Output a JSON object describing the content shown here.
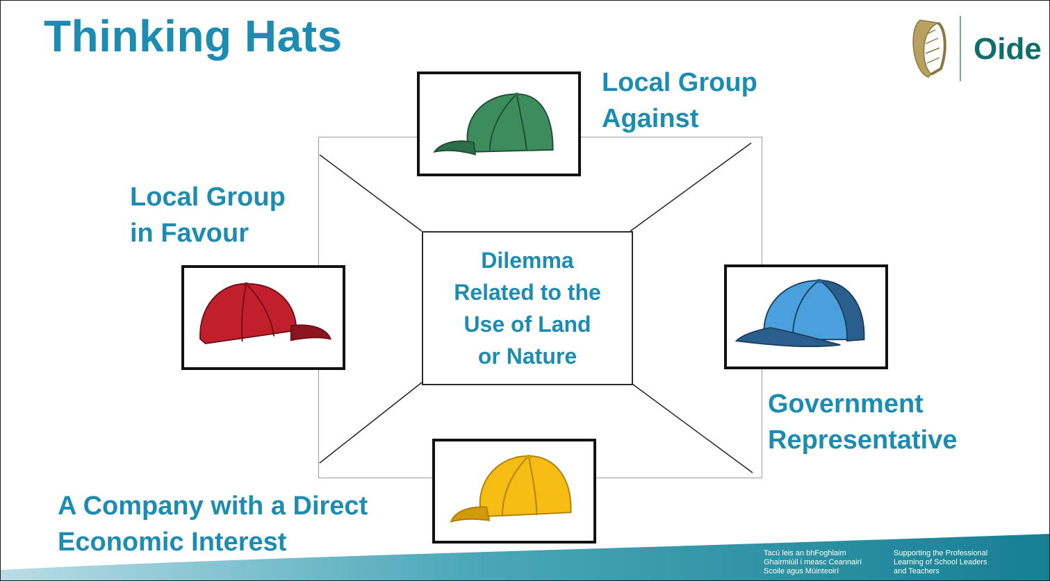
{
  "title": "Thinking Hats",
  "center": {
    "lines": [
      "Dilemma",
      "Related to the",
      "Use of Land",
      "or Nature"
    ]
  },
  "labels": {
    "against": [
      "Local Group",
      "Against"
    ],
    "favour": [
      "Local Group",
      "in Favour"
    ],
    "government": [
      "Government",
      "Representative"
    ],
    "company": [
      "A Company with a Direct",
      "Economic Interest"
    ]
  },
  "hats": {
    "green": {
      "color": "#3c8c5e",
      "dark": "#2c6e47"
    },
    "red": {
      "color": "#c21f2c",
      "dark": "#8c1520"
    },
    "blue": {
      "color": "#4aa0dc",
      "dark": "#2a5e8c"
    },
    "yellow": {
      "color": "#f5bc14",
      "dark": "#d09a08"
    }
  },
  "logo": {
    "text": "Oide"
  },
  "footer": {
    "irish": [
      "Tacú leis an bhFoghlaim",
      "Ghairmiúil i measc Ceannairí",
      "Scoile agus Múinteoirí"
    ],
    "english": [
      "Supporting the Professional",
      "Learning of School Leaders",
      "and Teachers"
    ]
  }
}
